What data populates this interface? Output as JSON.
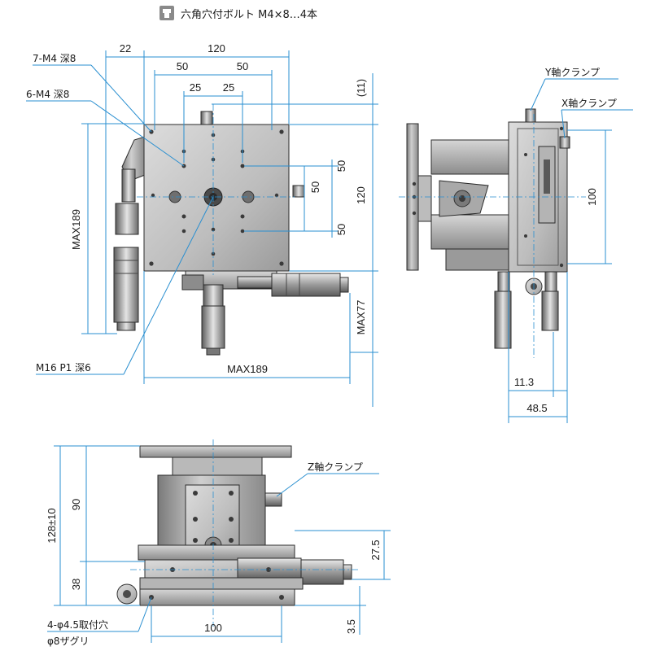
{
  "header": {
    "icon": "hex-socket-bolt-icon",
    "note": "六角穴付ボルト M4×8…4本"
  },
  "top_view": {
    "dims": {
      "offset_left": "22",
      "width_top": "120",
      "half_left": "50",
      "half_right": "50",
      "quarter_left": "25",
      "quarter_right": "25",
      "offset_top": "(11)",
      "height_total": "120",
      "v_upper": "50",
      "v_center": "50",
      "v_lower": "50",
      "max_height": "MAX189",
      "max_width": "MAX189",
      "max_depth": "MAX77"
    },
    "callouts": {
      "tap_7": "7-M4 深8",
      "tap_6": "6-M4 深8",
      "center_tap": "M16 P1 深6"
    }
  },
  "side_view": {
    "labels": {
      "y_clamp": "Y軸クランプ",
      "x_clamp": "X軸クランプ"
    },
    "dims": {
      "height": "100",
      "offset_small": "11.3",
      "depth": "48.5"
    }
  },
  "front_view": {
    "labels": {
      "z_clamp": "Z軸クランプ",
      "mount_holes": "4-φ4.5取付穴",
      "counterbore": "φ8ザグリ"
    },
    "dims": {
      "total_height": "128±10",
      "upper": "90",
      "lower": "38",
      "right_mid": "27.5",
      "right_bottom": "3.5",
      "base_width": "100"
    }
  },
  "colors": {
    "dimension_line": "#2a8fd0",
    "metal_light": "#c9c9c9",
    "metal_mid": "#9e9e9e",
    "metal_dark": "#5a5a5a"
  }
}
